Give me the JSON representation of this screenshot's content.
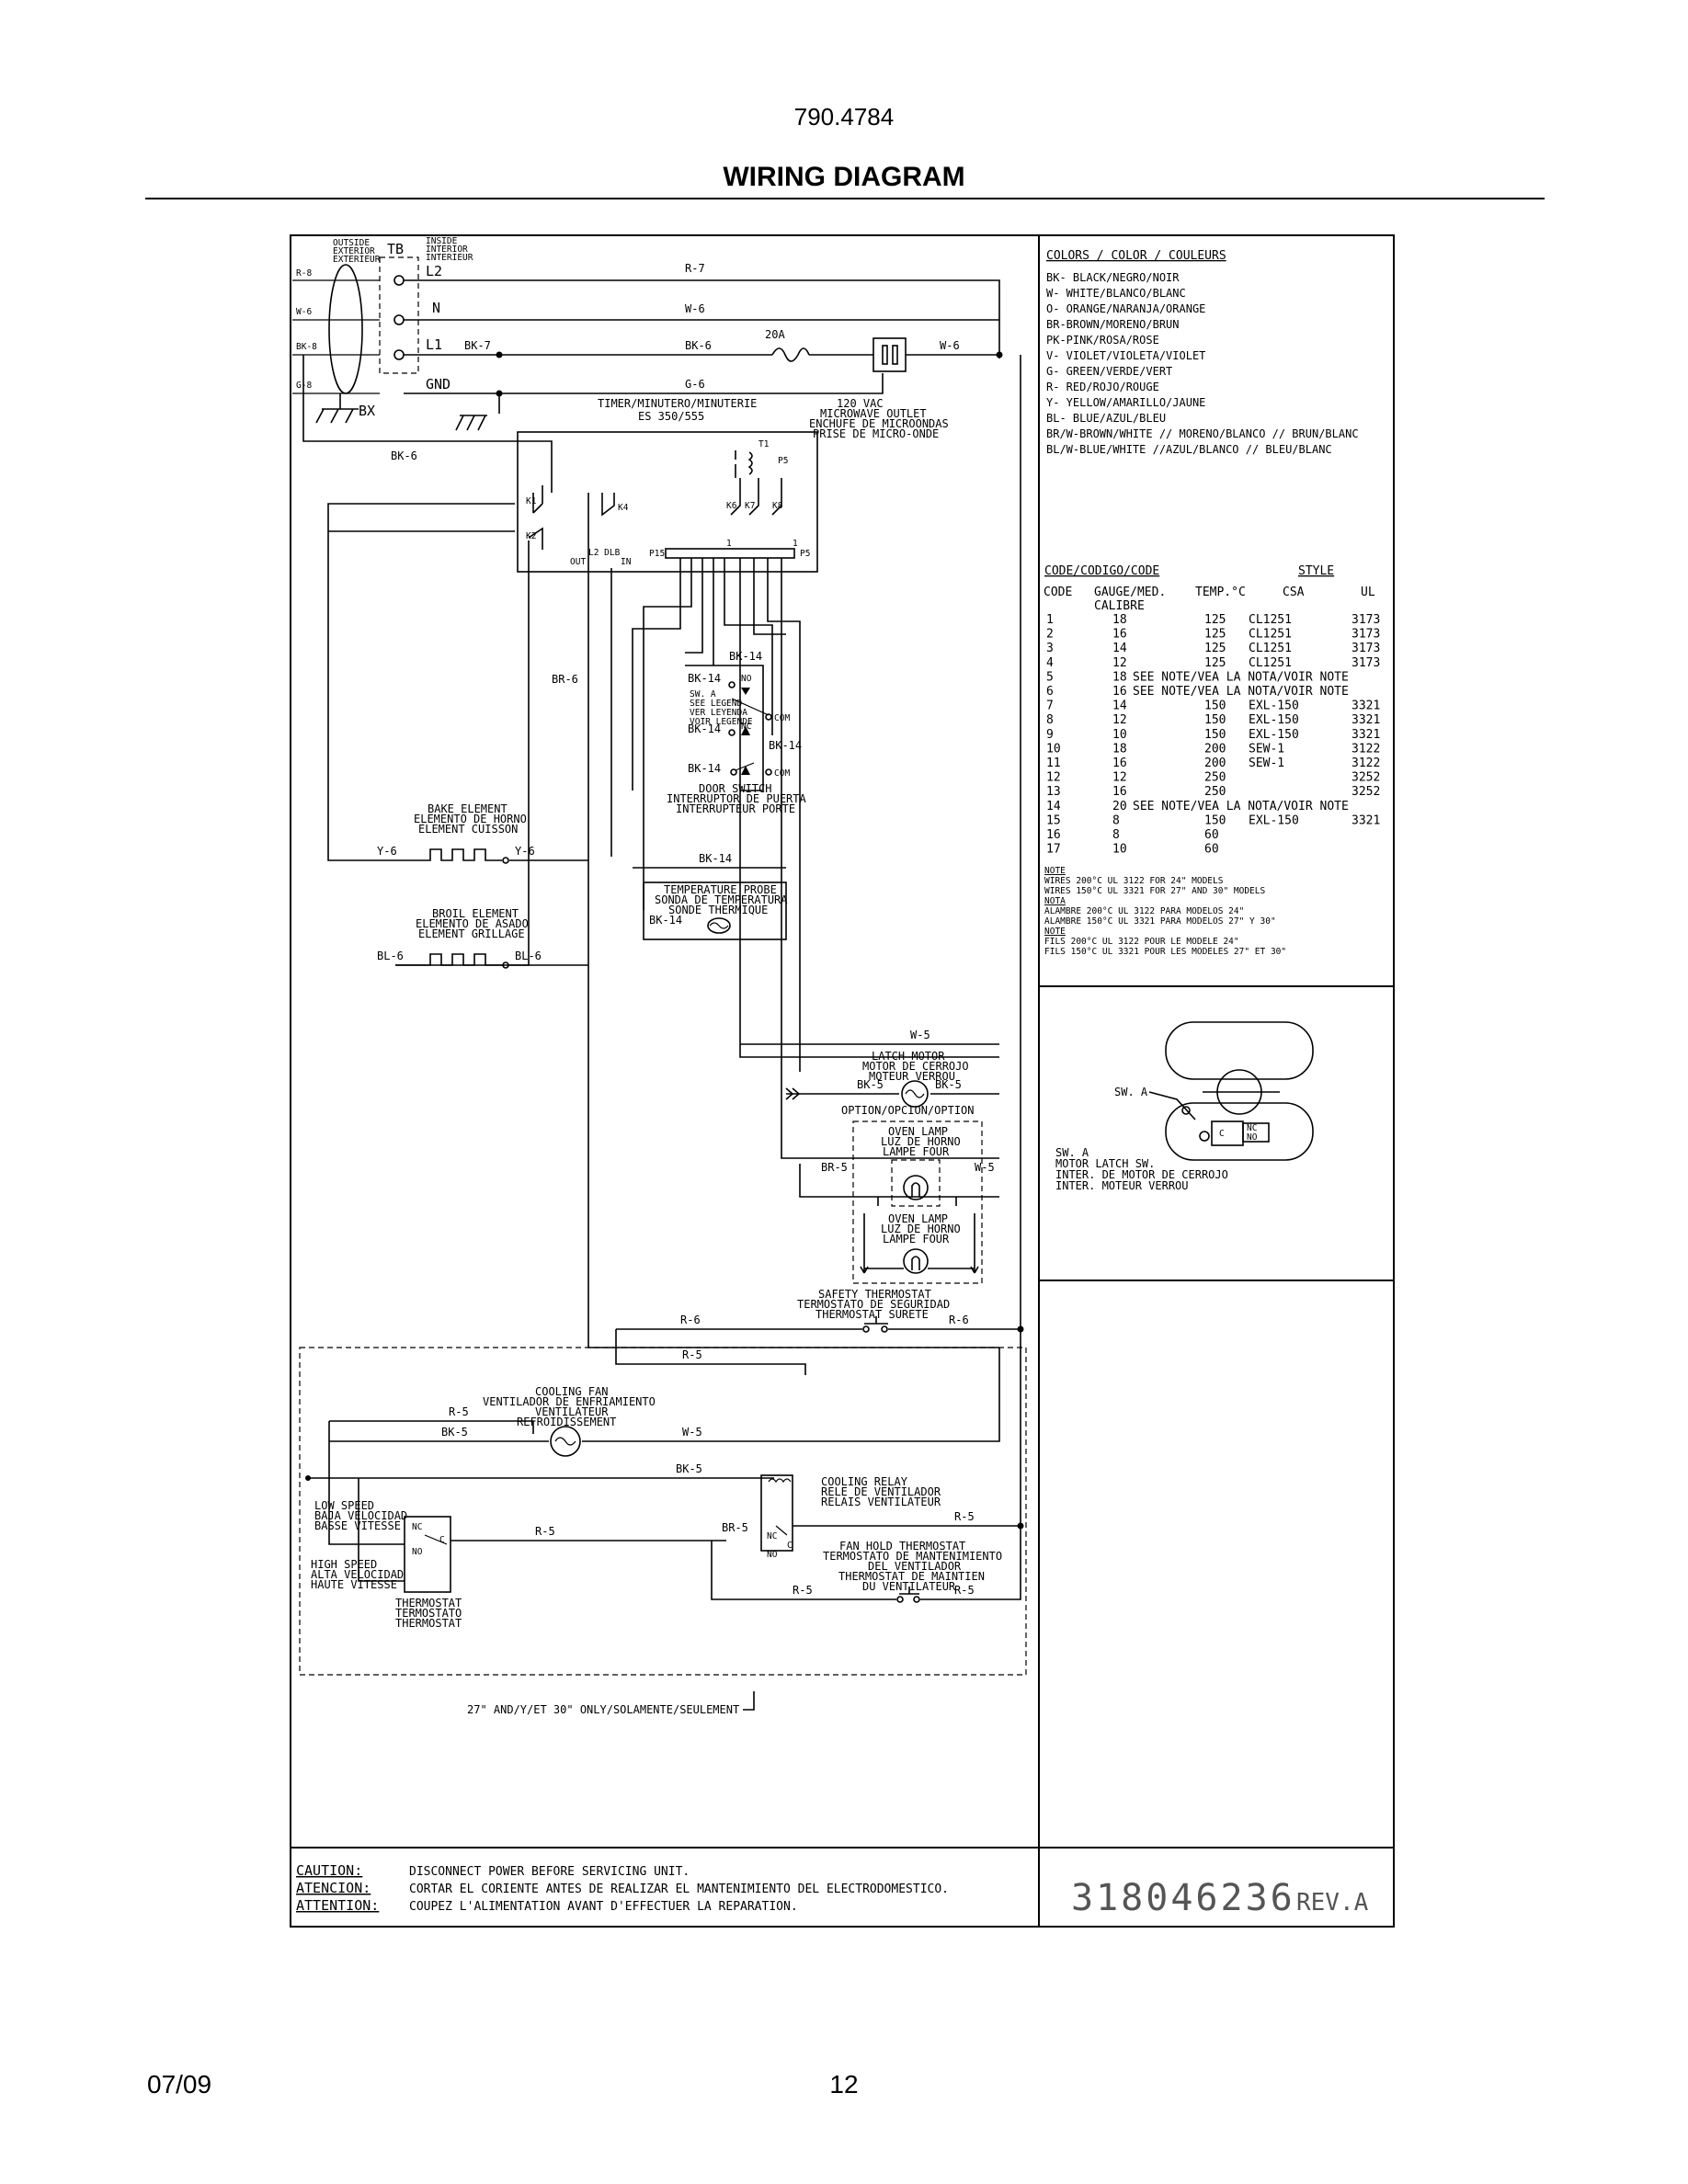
{
  "header": {
    "model": "790.4784",
    "title": "WIRING DIAGRAM"
  },
  "footer": {
    "date": "07/09",
    "page": "12"
  },
  "terminal": {
    "outside": [
      "OUTSIDE",
      "EXTERIOR",
      "EXTERIEUR"
    ],
    "tb": "TB",
    "inside": [
      "INSIDE",
      "INTERIOR",
      "INTERIEUR"
    ],
    "l2": "L2",
    "n": "N",
    "l1": "L1",
    "gnd": "GND",
    "bx": "BX"
  },
  "wires": {
    "r8": "R-8",
    "w6a": "W-6",
    "bk8": "BK-8",
    "g8": "G-8",
    "r7": "R-7",
    "w6": "W-6",
    "bk7": "BK-7",
    "bk6": "BK-6",
    "g6": "G-6",
    "fuse": "20A",
    "w6r": "W-6",
    "bk6l": "BK-6",
    "br6": "BR-6",
    "bk14a": "BK-14",
    "bk14b": "BK-14",
    "bk14c": "BK-14",
    "bk14d": "BK-14",
    "bk14e": "BK-14",
    "bk14f": "BK-14",
    "bk14g": "BK-14",
    "y6a": "Y-6",
    "y6b": "Y-6",
    "bl6a": "BL-6",
    "bl6b": "BL-6",
    "w5a": "W-5",
    "bk5a": "BK-5",
    "bk5b": "BK-5",
    "br5": "BR-5",
    "w5b": "W-5",
    "r6a": "R-6",
    "r6b": "R-6",
    "r5a": "R-5",
    "r5b": "R-5",
    "bk5c": "BK-5",
    "w5c": "W-5",
    "bk5d": "BK-5",
    "r5c": "R-5",
    "br5b": "BR-5",
    "r5d": "R-5",
    "r5e": "R-5",
    "r5f": "R-5"
  },
  "timer": {
    "label": "TIMER/MINUTERO/MINUTERIE",
    "model": "ES 350/555",
    "k1": "K1",
    "k2": "K2",
    "k4": "K4",
    "k6": "K6",
    "k7": "K7",
    "k8": "K8",
    "t1": "T1",
    "p5a": "P5",
    "p15": "P15",
    "p5": "P5",
    "one_a": "1",
    "one_b": "1",
    "out": "OUT",
    "l2dlb": "L2 DLB",
    "in": "IN"
  },
  "outlet": {
    "l1": "120 VAC",
    "l2": "MICROWAVE OUTLET",
    "l3": "ENCHUFE DE MICROONDAS",
    "l4": "PRISE DE MICRO-ONDE"
  },
  "door_switch": {
    "no": "NO",
    "nc": "NC",
    "com_a": "COM",
    "com_b": "COM",
    "legend": [
      "SW. A",
      "SEE LEGEND",
      "VER LEYENDA",
      "VOIR LEGENDE"
    ],
    "label": [
      "DOOR SWITCH",
      "INTERRUPTOR DE PUERTA",
      "INTERRUPTEUR PORTE"
    ]
  },
  "bake": [
    "BAKE ELEMENT",
    "ELEMENTO DE HORNO",
    "ELEMENT CUISSON"
  ],
  "broil": [
    "BROIL ELEMENT",
    "ELEMENTO DE ASADO",
    "ELEMENT GRILLAGE"
  ],
  "probe": [
    "TEMPERATURE PROBE",
    "SONDA DE TEMPERATURA",
    "SONDE THERMIQUE"
  ],
  "latch": [
    "LATCH MOTOR",
    "MOTOR DE CERROJO",
    "MOTEUR VERROU"
  ],
  "option": "OPTION/OPCION/OPTION",
  "lamp": [
    "OVEN LAMP",
    "LUZ DE HORNO",
    "LAMPE FOUR"
  ],
  "safety": [
    "SAFETY THERMOSTAT",
    "TERMOSTATO DE SEGURIDAD",
    "THERMOSTAT SURETE"
  ],
  "fan": [
    "COOLING FAN",
    "VENTILADOR DE ENFRIAMIENTO",
    "VENTILATEUR",
    "REFROIDISSEMENT"
  ],
  "low": [
    "LOW SPEED",
    "BAJA VELOCIDAD",
    "BASSE VITESSE"
  ],
  "high": [
    "HIGH SPEED",
    "ALTA VELOCIDAD",
    "HAUTE VITESSE"
  ],
  "thermo": [
    "THERMOSTAT",
    "TERMOSTATO",
    "THERMOSTAT"
  ],
  "relay": [
    "COOLING RELAY",
    "RELE DE VENTILADOR",
    "RELAIS VENTILATEUR"
  ],
  "fanhold": [
    "FAN HOLD THERMOSTAT",
    "TERMOSTATO DE MANTENIMIENTO",
    "DEL VENTILADOR",
    "THERMOSTAT DE MAINTIEN",
    "DU VENTILATEUR"
  ],
  "contacts": {
    "nc": "NC",
    "no": "NO",
    "c": "C"
  },
  "model_note": "27\" AND/Y/ET 30\" ONLY/SOLAMENTE/SEULEMENT",
  "colors": {
    "title": "COLORS / COLOR / COULEURS",
    "items": [
      "BK- BLACK/NEGRO/NOIR",
      "W- WHITE/BLANCO/BLANC",
      "O- ORANGE/NARANJA/ORANGE",
      "BR-BROWN/MORENO/BRUN",
      "PK-PINK/ROSA/ROSE",
      "V- VIOLET/VIOLETA/VIOLET",
      "G- GREEN/VERDE/VERT",
      "R- RED/ROJO/ROUGE",
      "Y- YELLOW/AMARILLO/JAUNE",
      "BL- BLUE/AZUL/BLEU",
      "BR/W-BROWN/WHITE // MORENO/BLANCO // BRUN/BLANC",
      "BL/W-BLUE/WHITE //AZUL/BLANCO // BLEU/BLANC"
    ]
  },
  "codes": {
    "title": "CODE/CODIGO/CODE",
    "style": "STYLE",
    "headers": [
      "CODE",
      "GAUGE/MED.",
      "TEMP.°C",
      "CSA",
      "UL"
    ],
    "calibre": "CALIBRE",
    "rows": [
      [
        "1",
        "18",
        "125",
        "CL1251",
        "3173"
      ],
      [
        "2",
        "16",
        "125",
        "CL1251",
        "3173"
      ],
      [
        "3",
        "14",
        "125",
        "CL1251",
        "3173"
      ],
      [
        "4",
        "12",
        "125",
        "CL1251",
        "3173"
      ],
      [
        "5",
        "18",
        "SEE NOTE/VEA LA NOTA/VOIR NOTE",
        "",
        ""
      ],
      [
        "6",
        "16",
        "SEE NOTE/VEA LA NOTA/VOIR NOTE",
        "",
        ""
      ],
      [
        "7",
        "14",
        "150",
        "EXL-150",
        "3321"
      ],
      [
        "8",
        "12",
        "150",
        "EXL-150",
        "3321"
      ],
      [
        "9",
        "10",
        "150",
        "EXL-150",
        "3321"
      ],
      [
        "10",
        "18",
        "200",
        "SEW-1",
        "3122"
      ],
      [
        "11",
        "16",
        "200",
        "SEW-1",
        "3122"
      ],
      [
        "12",
        "12",
        "250",
        "",
        "3252"
      ],
      [
        "13",
        "16",
        "250",
        "",
        "3252"
      ],
      [
        "14",
        "20",
        "SEE NOTE/VEA LA NOTA/VOIR NOTE",
        "",
        ""
      ],
      [
        "15",
        "8",
        "150",
        "EXL-150",
        "3321"
      ],
      [
        "16",
        "8",
        "60",
        "",
        ""
      ],
      [
        "17",
        "10",
        "60",
        "",
        ""
      ]
    ],
    "notes": [
      "NOTE",
      "WIRES 200°C UL 3122 FOR 24\" MODELS",
      "WIRES 150°C UL 3321 FOR 27\" AND 30\" MODELS",
      "NOTA",
      "ALAMBRE 200°C UL 3122 PARA MODELOS 24\"",
      "ALAMBRE 150°C UL 3321 PARA MODELOS 27\" Y 30\"",
      "NOTE",
      "FILS  200°C UL 3122 POUR LE MODELE 24\"",
      "FILS  150°C UL 3321 POUR LES MODELES 27\" ET 30\""
    ]
  },
  "latch_legend": {
    "swa": "SW. A",
    "nc": "NC",
    "no": "NO",
    "c": "C",
    "lines": [
      "SW. A",
      "MOTOR LATCH SW.",
      "INTER. DE MOTOR DE CERROJO",
      "INTER. MOTEUR VERROU"
    ]
  },
  "caution": {
    "labels": [
      "CAUTION:",
      "ATENCION:",
      "ATTENTION:"
    ],
    "texts": [
      "DISCONNECT POWER BEFORE SERVICING UNIT.",
      "CORTAR EL CORIENTE ANTES DE REALIZAR EL MANTENIMIENTO DEL ELECTRODOMESTICO.",
      "COUPEZ L'ALIMENTATION AVANT D'EFFECTUER LA REPARATION."
    ]
  },
  "part": {
    "number": "318046236",
    "rev": "REV.A"
  }
}
